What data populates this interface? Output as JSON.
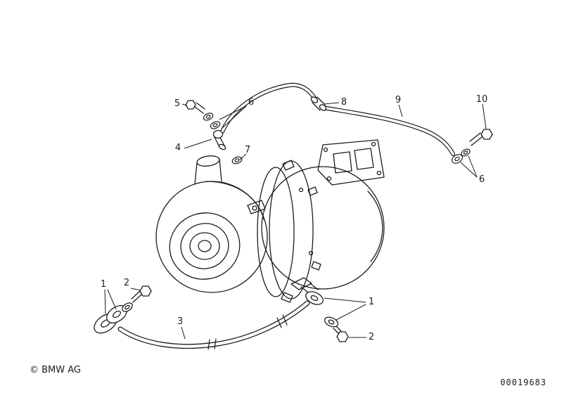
{
  "ink_color": "#1c1c1c",
  "footer": {
    "copyright": "© BMW AG",
    "drawing_number": "00019683"
  },
  "callouts": [
    {
      "label": "5"
    },
    {
      "label": "6"
    },
    {
      "label": "8"
    },
    {
      "label": "9"
    },
    {
      "label": "10"
    },
    {
      "label": "4"
    },
    {
      "label": "7"
    },
    {
      "label": "6"
    },
    {
      "label": "1"
    },
    {
      "label": "2"
    },
    {
      "label": "3"
    },
    {
      "label": "1"
    },
    {
      "label": "2"
    }
  ]
}
